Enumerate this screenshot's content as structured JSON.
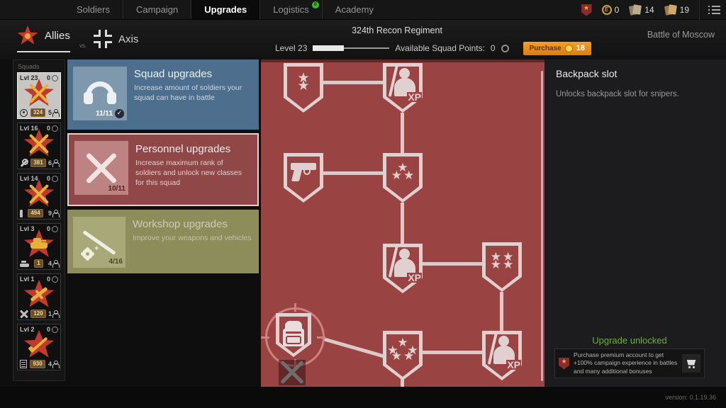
{
  "top_nav": {
    "items": [
      {
        "label": "Soldiers"
      },
      {
        "label": "Campaign"
      },
      {
        "label": "Upgrades",
        "active": true
      },
      {
        "label": "Logistics",
        "badge": "0"
      },
      {
        "label": "Academy"
      }
    ]
  },
  "currencies": [
    {
      "name": "gold",
      "symbol": "E",
      "value": "0"
    },
    {
      "name": "orders",
      "value": "14"
    },
    {
      "name": "cards",
      "value": "19"
    }
  ],
  "header": {
    "allies_label": "Allies",
    "vs_label": "vs.",
    "axis_label": "Axis",
    "regiment": "324th Recon Regiment",
    "level_label": "Level 23",
    "level_progress_pct": 40,
    "points_label": "Available Squad Points:",
    "points_value": "0",
    "purchase_label": "Purchase",
    "purchase_cost": "18",
    "campaign": "Battle of Moscow"
  },
  "squads": {
    "title": "Squads",
    "items": [
      {
        "level": "Lvl 23",
        "coins": "0",
        "emblem": "rifles",
        "tool": "crosshair",
        "score": "324",
        "members": "5",
        "selected": true
      },
      {
        "level": "Lvl 16",
        "coins": "0",
        "emblem": "rifles",
        "tool": "wrench",
        "score": "381",
        "members": "6"
      },
      {
        "level": "Lvl 14",
        "coins": "0",
        "emblem": "rifles",
        "tool": "bullet",
        "score": "494",
        "members": "9"
      },
      {
        "level": "Lvl 3",
        "coins": "0",
        "emblem": "tank",
        "tool": "tank",
        "score": "1",
        "members": "4"
      },
      {
        "level": "Lvl 1",
        "coins": "0",
        "emblem": "plane",
        "tool": "planes",
        "score": "120",
        "members": "1"
      },
      {
        "level": "Lvl 2",
        "coins": "0",
        "emblem": "rifle",
        "tool": "list",
        "score": "930",
        "members": "4"
      }
    ]
  },
  "upgrade_cards": [
    {
      "title": "Squad upgrades",
      "desc": "Increase amount of soldiers your squad can have in battle",
      "progress": "11/11",
      "icon": "headphones",
      "complete": true
    },
    {
      "title": "Personnel upgrades",
      "desc": "Increase maximum rank of soldiers and unlock new classes for this squad",
      "progress": "10/11",
      "icon": "crossed-rifles",
      "selected": true
    },
    {
      "title": "Workshop upgrades",
      "desc": "Improve your weapons and vehicles",
      "progress": "4/16",
      "icon": "rifle-gear"
    }
  ],
  "tree": {
    "xp_label": "XP",
    "nodes": [
      {
        "id": "rank2",
        "icon": "stars",
        "stars": 2
      },
      {
        "id": "xp1",
        "icon": "soldier-xp"
      },
      {
        "id": "pistol",
        "icon": "pistol"
      },
      {
        "id": "rank3",
        "icon": "stars",
        "stars": 3
      },
      {
        "id": "xp2",
        "icon": "soldier-xp"
      },
      {
        "id": "rank4",
        "icon": "stars",
        "stars": 4
      },
      {
        "id": "rank5",
        "icon": "stars",
        "stars": 5
      },
      {
        "id": "xp3",
        "icon": "soldier-xp"
      },
      {
        "id": "backpack",
        "icon": "backpack",
        "selected": true
      },
      {
        "id": "locked",
        "icon": "locked"
      }
    ]
  },
  "detail_panel": {
    "title": "Backpack slot",
    "description": "Unlocks backpack slot for snipers.",
    "status": "Upgrade unlocked",
    "premium_text": "Purchase premium account to get +100% campaign experience in battles and many additional bonuses"
  },
  "footer": {
    "version": "version: 0.1.19.36"
  }
}
